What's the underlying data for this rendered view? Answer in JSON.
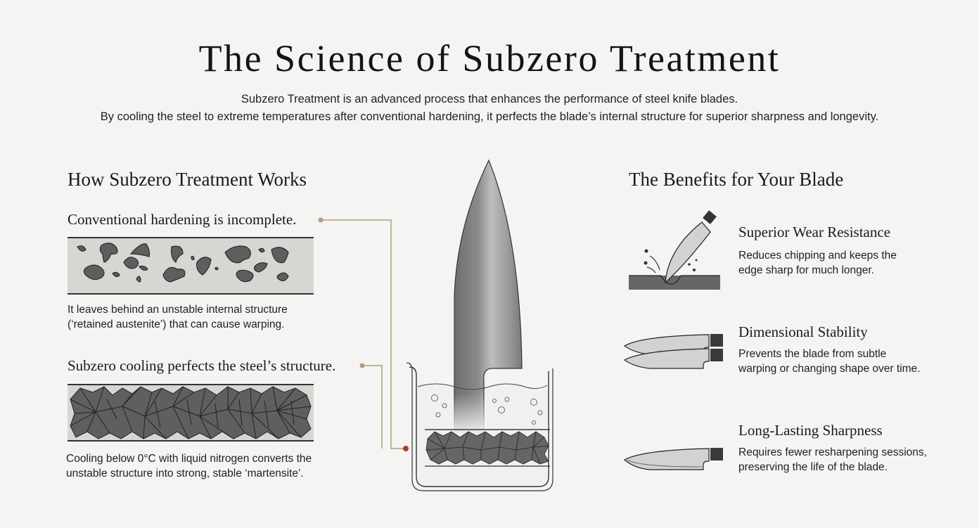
{
  "header": {
    "title": "The Science of Subzero Treatment",
    "subtitle_line1": "Subzero Treatment is an advanced process that enhances the performance of steel knife blades.",
    "subtitle_line2": "By cooling the steel to extreme temperatures after conventional hardening, it perfects the blade’s internal structure for superior sharpness and longevity."
  },
  "how_it_works": {
    "heading": "How Subzero Treatment Works",
    "steps": [
      {
        "title": "Conventional hardening is incomplete.",
        "description_line1": "It leaves behind an unstable internal structure",
        "description_line2": "(‘retained austenite’) that can cause warping.",
        "illustration": "retained-austenite-microstructure"
      },
      {
        "title": "Subzero cooling perfects the steel’s structure.",
        "description_line1": "Cooling below 0°C with liquid nitrogen converts the",
        "description_line2": "unstable structure into strong, stable ‘martensite’.",
        "illustration": "martensite-microstructure"
      }
    ]
  },
  "center_illustration": {
    "name": "knife-in-liquid-nitrogen-bath",
    "connector_color": "#b59c78",
    "endpoint_color": "#b33a26"
  },
  "benefits": {
    "heading": "The Benefits for Your Blade",
    "items": [
      {
        "icon": "knife-cutting-icon",
        "title": "Superior Wear Resistance",
        "line1": "Reduces chipping and keeps the",
        "line2": "edge sharp for much longer."
      },
      {
        "icon": "stacked-knives-icon",
        "title": "Dimensional Stability",
        "line1": "Prevents the blade from subtle",
        "line2": "warping or changing shape over time."
      },
      {
        "icon": "knife-icon",
        "title": "Long-Lasting Sharpness",
        "line1": "Requires fewer resharpening sessions,",
        "line2": "preserving the life of the blade."
      }
    ]
  },
  "colors": {
    "background": "#f4f4f3",
    "text": "#1a1a1a",
    "steel_dark": "#555555",
    "strip_bg": "#d6d6d3"
  }
}
